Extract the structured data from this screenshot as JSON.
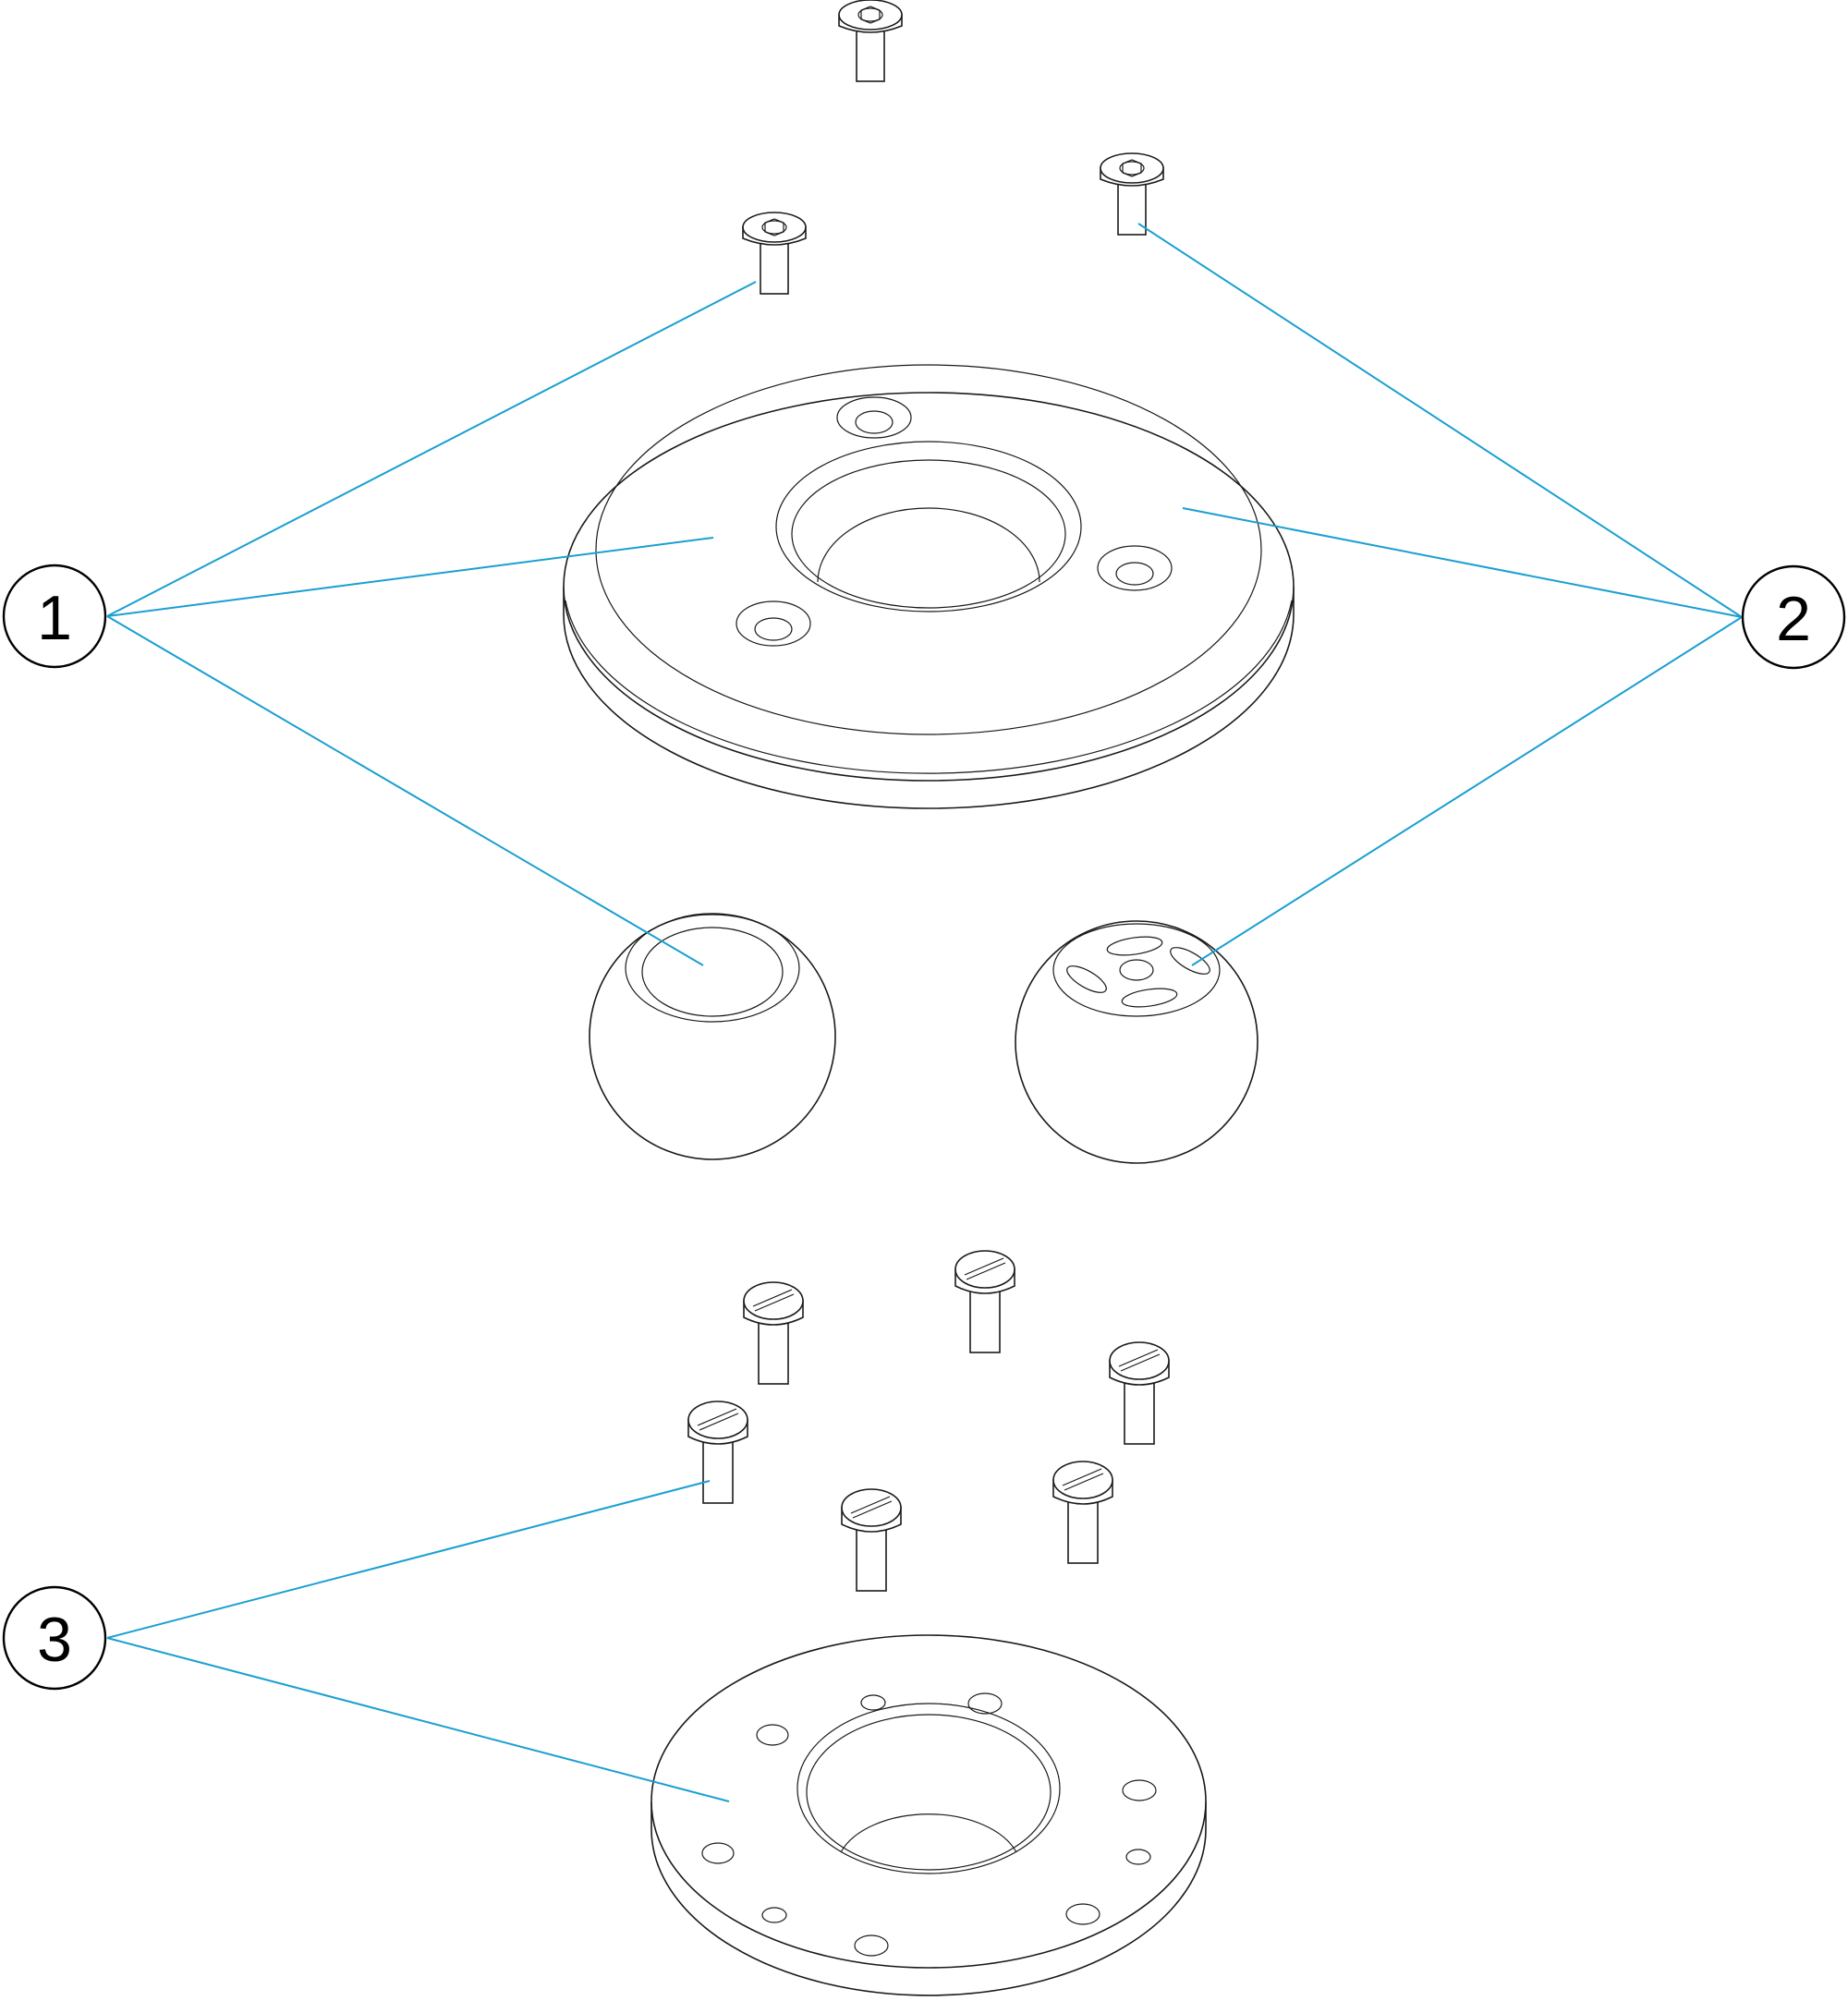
{
  "diagram": {
    "colors": {
      "leader": "#1a9fd1",
      "line": "#1a1a1a"
    },
    "callouts": [
      {
        "id": "1",
        "label": "1"
      },
      {
        "id": "2",
        "label": "2"
      },
      {
        "id": "3",
        "label": "3"
      }
    ],
    "parts": [
      "socket-screw",
      "socket-screw",
      "socket-screw",
      "top-plate",
      "hollow-ball",
      "vented-ball",
      "slotted-screw",
      "slotted-screw",
      "slotted-screw",
      "slotted-screw",
      "slotted-screw",
      "slotted-screw",
      "bottom-flange"
    ]
  }
}
